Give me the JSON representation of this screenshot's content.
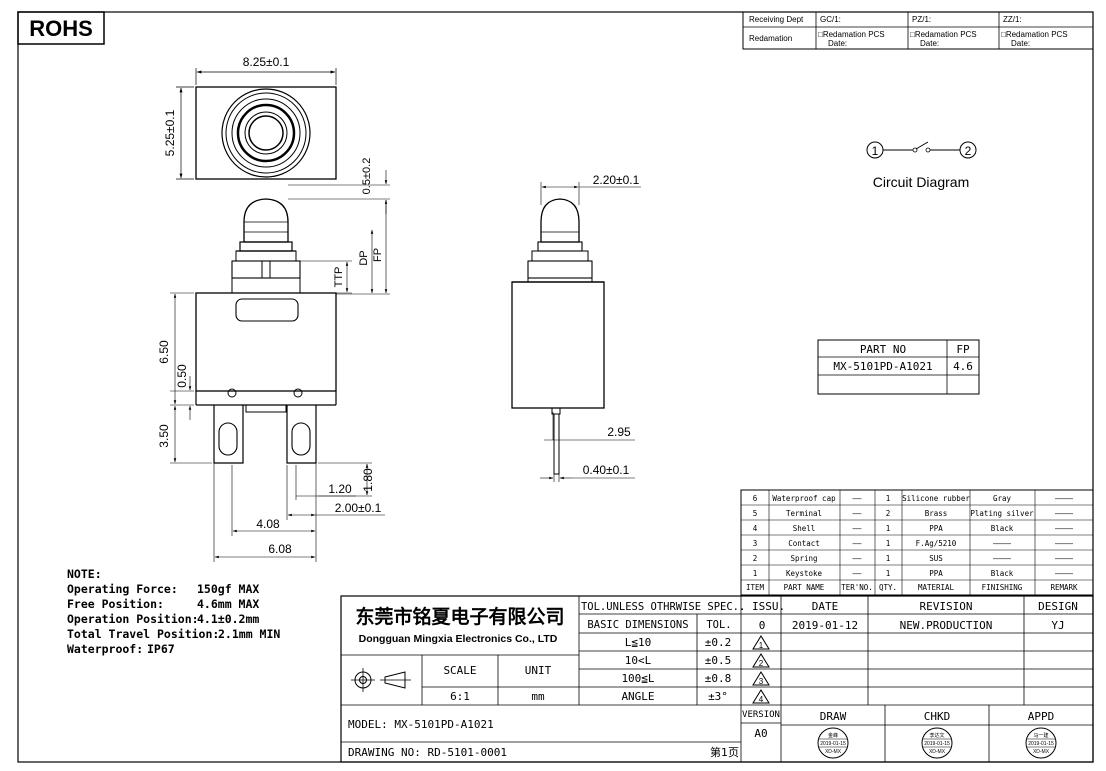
{
  "rohs": "ROHS",
  "receiving": {
    "receiving_dept": "Receiving Dept",
    "redamation": "Redamation",
    "gc": "GC/1:",
    "pz": "PZ/1:",
    "zz": "ZZ/1:",
    "redamation_pcs": "□Redamation  PCS",
    "date": "Date:"
  },
  "dims": {
    "width": "8.25±0.1",
    "height": "5.25±0.1",
    "plunger_top": "0.5±0.2",
    "dp": "DP",
    "fp": "FP",
    "ttp": "TTP",
    "body_height": "6.50",
    "step": "0.50",
    "terminal_len": "3.50",
    "d180": "1.80",
    "d120": "1.20",
    "d200": "2.00±0.1",
    "d408": "4.08",
    "d608": "6.08",
    "side_width": "2.20±0.1",
    "d295": "2.95",
    "d040": "0.40±0.1"
  },
  "circuit": {
    "n1": "1",
    "n2": "2",
    "label": "Circuit Diagram"
  },
  "part_table": {
    "header": [
      "PART NO",
      "FP"
    ],
    "row": [
      "MX-5101PD-A1021",
      "4.6"
    ]
  },
  "bom": {
    "rows": [
      [
        "6",
        "Waterproof cap",
        "——",
        "1",
        "Silicone rubber",
        "Gray",
        "————"
      ],
      [
        "5",
        "Terminal",
        "——",
        "2",
        "Brass",
        "Plating silver",
        "————"
      ],
      [
        "4",
        "Shell",
        "——",
        "1",
        "PPA",
        "Black",
        "————"
      ],
      [
        "3",
        "Contact",
        "——",
        "1",
        "F.Ag/5210",
        "————",
        "————"
      ],
      [
        "2",
        "Spring",
        "——",
        "1",
        "SUS",
        "————",
        "————"
      ],
      [
        "1",
        "Keystoke",
        "——",
        "1",
        "PPA",
        "Black",
        "————"
      ]
    ],
    "header": [
      "ITEM",
      "PART NAME",
      "TER'NO.",
      "QTY.",
      "MATERIAL",
      "FINISHING",
      "REMARK"
    ]
  },
  "notes": {
    "title": "NOTE:",
    "lines": [
      [
        "Operating Force:",
        "150gf MAX"
      ],
      [
        "Free Position:",
        "4.6mm MAX"
      ],
      [
        "Operation Position:",
        "4.1±0.2mm"
      ],
      [
        "Total Travel Position:",
        "2.1mm MIN"
      ],
      [
        "Waterproof:",
        "IP67"
      ]
    ]
  },
  "title_block": {
    "company_cn": "东莞市铭夏电子有限公司",
    "company_en": "Dongguan Mingxia Electronics Co., LTD",
    "tol_title": "TOL.UNLESS OTHRWISE SPEC.",
    "basic_dim": "BASIC DIMENSIONS",
    "tol": "TOL.",
    "tol_rows": [
      [
        "L≦10",
        "±0.2"
      ],
      [
        "10<L",
        "±0.5"
      ],
      [
        "100≦L",
        "±0.8"
      ],
      [
        "ANGLE",
        "±3°"
      ]
    ],
    "scale_label": "SCALE",
    "unit_label": "UNIT",
    "scale": "6:1",
    "unit": "mm",
    "issu": ". ISSU.",
    "date": "DATE",
    "revision": "REVISION",
    "design": "DESIGN",
    "rev_row": [
      "0",
      "2019-01-12",
      "NEW.PRODUCTION",
      "YJ"
    ],
    "triangles": [
      "1",
      "2",
      "3",
      "4"
    ],
    "version_label": "VERSION",
    "version": "A0",
    "draw": "DRAW",
    "chkd": "CHKD",
    "appd": "APPD",
    "model": "MODEL:   MX-5101PD-A1021",
    "drawing_no": "DRAWING NO:   RD-5101-0001",
    "page": "第1页"
  },
  "stamps": [
    [
      "金峰",
      "2019-01-15",
      "XD-MX"
    ],
    [
      "李达文",
      "2019-01-15",
      "XD-MX"
    ],
    [
      "马一建",
      "2019-01-15",
      "XD-MX"
    ]
  ]
}
